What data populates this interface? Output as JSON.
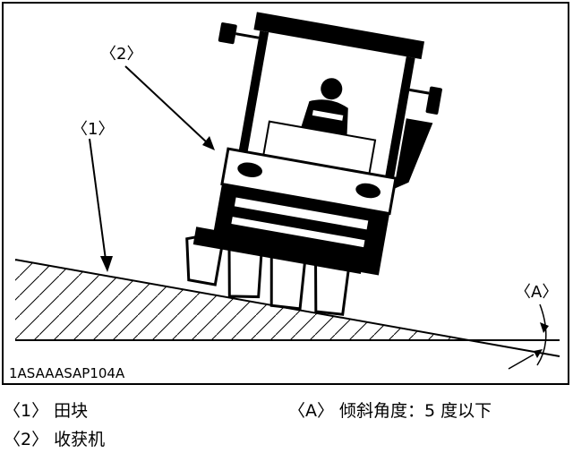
{
  "figure": {
    "callouts": {
      "harvester": "〈2〉",
      "field": "〈1〉",
      "angle": "〈A〉"
    },
    "figure_code": "1ASAAASAP104A"
  },
  "legend": {
    "item1": "〈1〉 田块",
    "item2": "〈2〉 收获机",
    "itemA": "〈A〉 倾斜角度：5 度以下"
  }
}
